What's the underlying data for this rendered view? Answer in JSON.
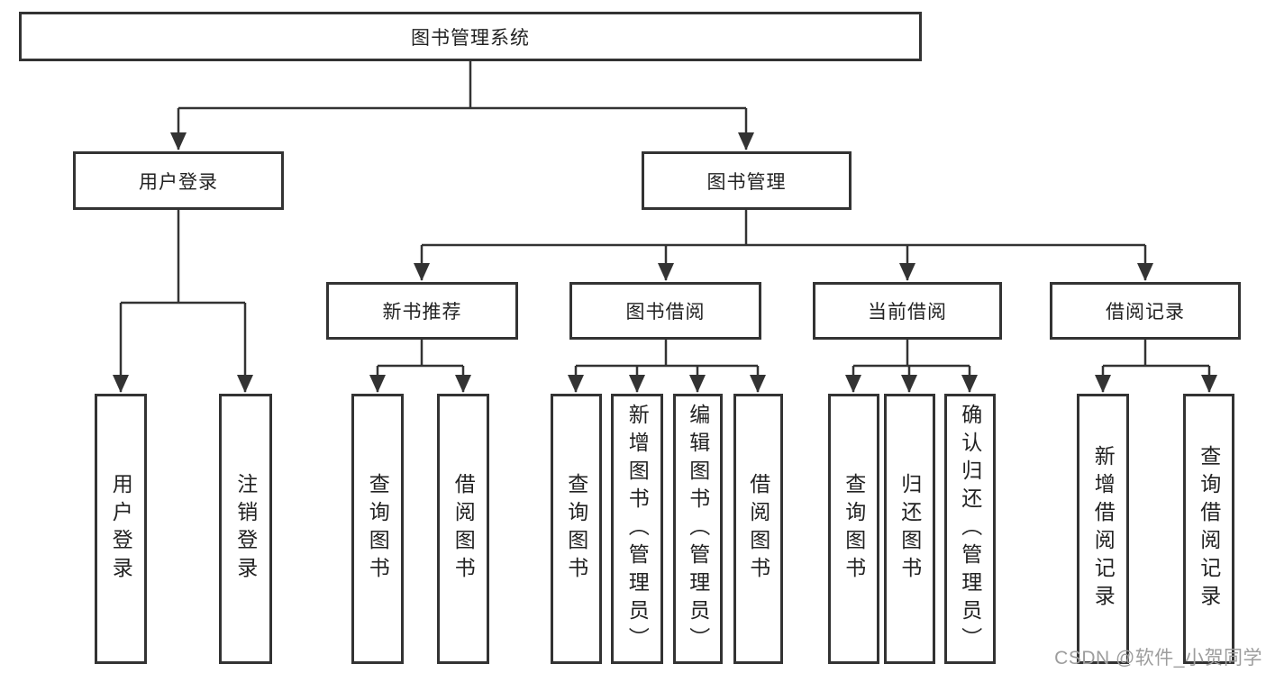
{
  "diagram": {
    "root": "图书管理系统",
    "user_login": {
      "label": "用户登录",
      "children": [
        "用户登录",
        "注销登录"
      ]
    },
    "book_mgmt": {
      "label": "图书管理",
      "sections": [
        {
          "label": "新书推荐",
          "children": [
            "查询图书",
            "借阅图书"
          ]
        },
        {
          "label": "图书借阅",
          "children": [
            "查询图书",
            "新增图书（管理员）",
            "编辑图书（管理员）",
            "借阅图书"
          ]
        },
        {
          "label": "当前借阅",
          "children": [
            "查询图书",
            "归还图书",
            "确认归还（管理员）"
          ]
        },
        {
          "label": "借阅记录",
          "children": [
            "新增借阅记录",
            "查询借阅记录"
          ]
        }
      ]
    },
    "watermark": "CSDN @软件_小贺同学"
  },
  "colors": {
    "line": "#333333",
    "text": "#222222",
    "watermark": "#9d9d9d",
    "background": "#ffffff"
  }
}
